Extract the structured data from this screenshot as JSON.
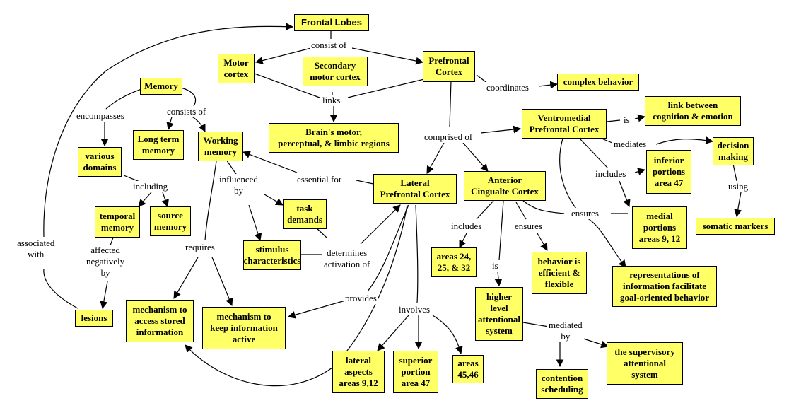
{
  "nodes": {
    "frontal_lobes": "Frontal Lobes",
    "motor_cortex": "Motor\ncortex",
    "secondary_motor_cortex": "Secondary\nmotor cortex",
    "prefrontal_cortex": "Prefrontal\nCortex",
    "complex_behavior": "complex behavior",
    "memory": "Memory",
    "brains_regions": "Brain's motor,\nperceptual, & limbic regions",
    "link_cognition": "link between\ncognition & emotion",
    "ventromedial": "Ventromedial\nPrefrontal Cortex",
    "long_term_memory": "Long term\nmemory",
    "working_memory": "Working\nmemory",
    "decision_making": "decision\nmaking",
    "various_domains": "various\ndomains",
    "inferior_portions": "inferior\nportions\narea 47",
    "lateral_pfc": "Lateral\nPrefrontal Cortex",
    "anterior_cingulate": "Anterior\nCingualte Cortex",
    "temporal_memory": "temporal\nmemory",
    "source_memory": "source\nmemory",
    "task_demands": "task\ndemands",
    "medial_portions": "medial\nportions\nareas 9, 12",
    "somatic_markers": "somatic markers",
    "stimulus_characteristics": "stimulus\ncharacteristics",
    "areas_24": "areas 24,\n25, & 32",
    "behavior_efficient": "behavior is\nefficient &\nflexible",
    "representations": "representations of\ninformation facilitate\ngoal-oriented behavior",
    "higher_level": "higher\nlevel\nattentional\nsystem",
    "mechanism_access": "mechanism to\naccess stored\ninformation",
    "lesions": "lesions",
    "mechanism_keep": "mechanism to\nkeep information\nactive",
    "supervisory": "the supervisory\nattentional\nsystem",
    "lateral_aspects": "lateral\naspects\nareas 9,12",
    "superior_portion": "superior\nportion\narea 47",
    "areas_45": "areas\n45,46",
    "contention_scheduling": "contention\nscheduling"
  },
  "labels": {
    "consist_of": "consist of",
    "coordinates": "coordinates",
    "links": "links",
    "encompasses": "encompasses",
    "consists_of": "consists of",
    "is_1": "is",
    "comprised_of": "comprised of",
    "mediates": "mediates",
    "influenced_by": "influenced\nby",
    "essential_for": "essential for",
    "includes_1": "includes",
    "including": "including",
    "using": "using",
    "ensures_1": "ensures",
    "includes_2": "includes",
    "ensures_2": "ensures",
    "associated_with": "associated\nwith",
    "requires": "requires",
    "affected_negatively_by": "affected\nnegatively\nby",
    "determines_activation_of": "determines\nactivation of",
    "is_2": "is",
    "provides": "provides",
    "involves": "involves",
    "mediated_by": "mediated\nby"
  }
}
